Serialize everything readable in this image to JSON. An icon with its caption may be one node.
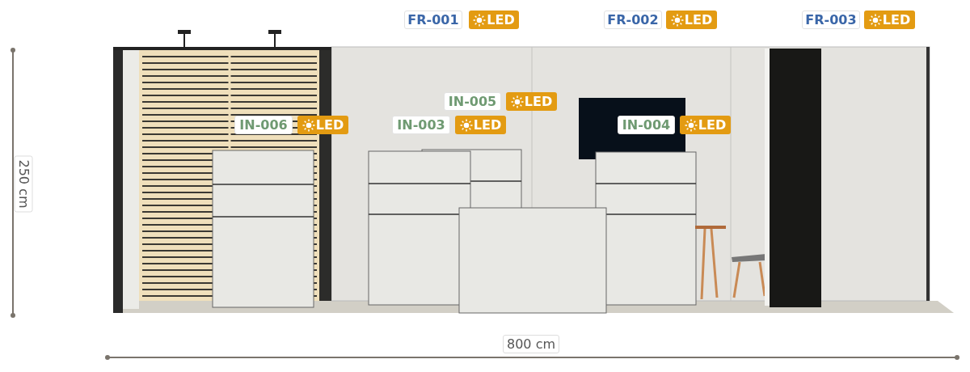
{
  "diagram": {
    "nodes": [
      {
        "text": [
          "FR-001"
        ]
      },
      {
        "text": [
          "LED"
        ]
      },
      {
        "text": [
          "FR-002"
        ]
      },
      {
        "text": [
          "LED"
        ]
      },
      {
        "text": [
          "FR-003"
        ]
      },
      {
        "text": [
          "LED"
        ]
      },
      {
        "text": [
          "IN-005"
        ]
      },
      {
        "text": [
          "LED"
        ]
      },
      {
        "text": [
          "IN-006"
        ]
      },
      {
        "text": [
          "LED"
        ]
      },
      {
        "text": [
          "IN-003"
        ]
      },
      {
        "text": [
          "LED"
        ]
      },
      {
        "text": [
          "IN-004"
        ]
      },
      {
        "text": [
          "LED"
        ]
      }
    ],
    "labels": [
      "250 cm",
      "800 cm"
    ]
  }
}
